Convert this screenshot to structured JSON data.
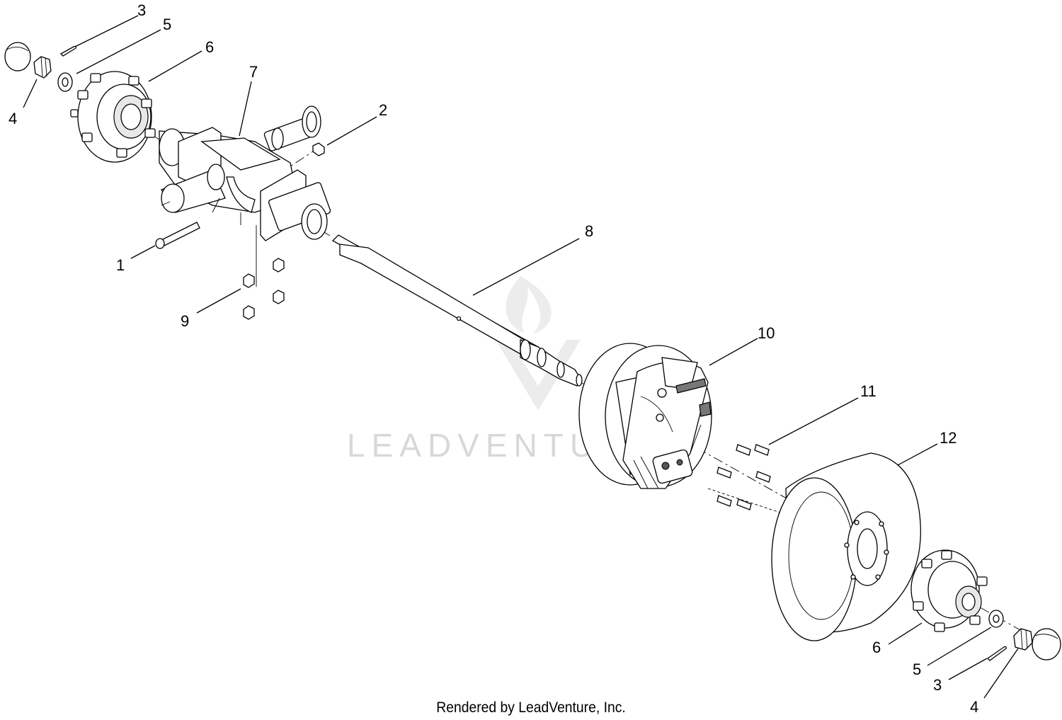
{
  "callouts": [
    {
      "id": "c1",
      "label": "1"
    },
    {
      "id": "c2",
      "label": "2"
    },
    {
      "id": "c3a",
      "label": "3"
    },
    {
      "id": "c3b",
      "label": "3"
    },
    {
      "id": "c4a",
      "label": "4"
    },
    {
      "id": "c4b",
      "label": "4"
    },
    {
      "id": "c5a",
      "label": "5"
    },
    {
      "id": "c5b",
      "label": "5"
    },
    {
      "id": "c6a",
      "label": "6"
    },
    {
      "id": "c6b",
      "label": "6"
    },
    {
      "id": "c7",
      "label": "7"
    },
    {
      "id": "c8",
      "label": "8"
    },
    {
      "id": "c9",
      "label": "9"
    },
    {
      "id": "c10",
      "label": "10"
    },
    {
      "id": "c11",
      "label": "11"
    },
    {
      "id": "c12",
      "label": "12"
    }
  ],
  "watermark": {
    "text": "LEADVENTURE"
  },
  "footer": {
    "credit": "Rendered by LeadVenture, Inc."
  }
}
